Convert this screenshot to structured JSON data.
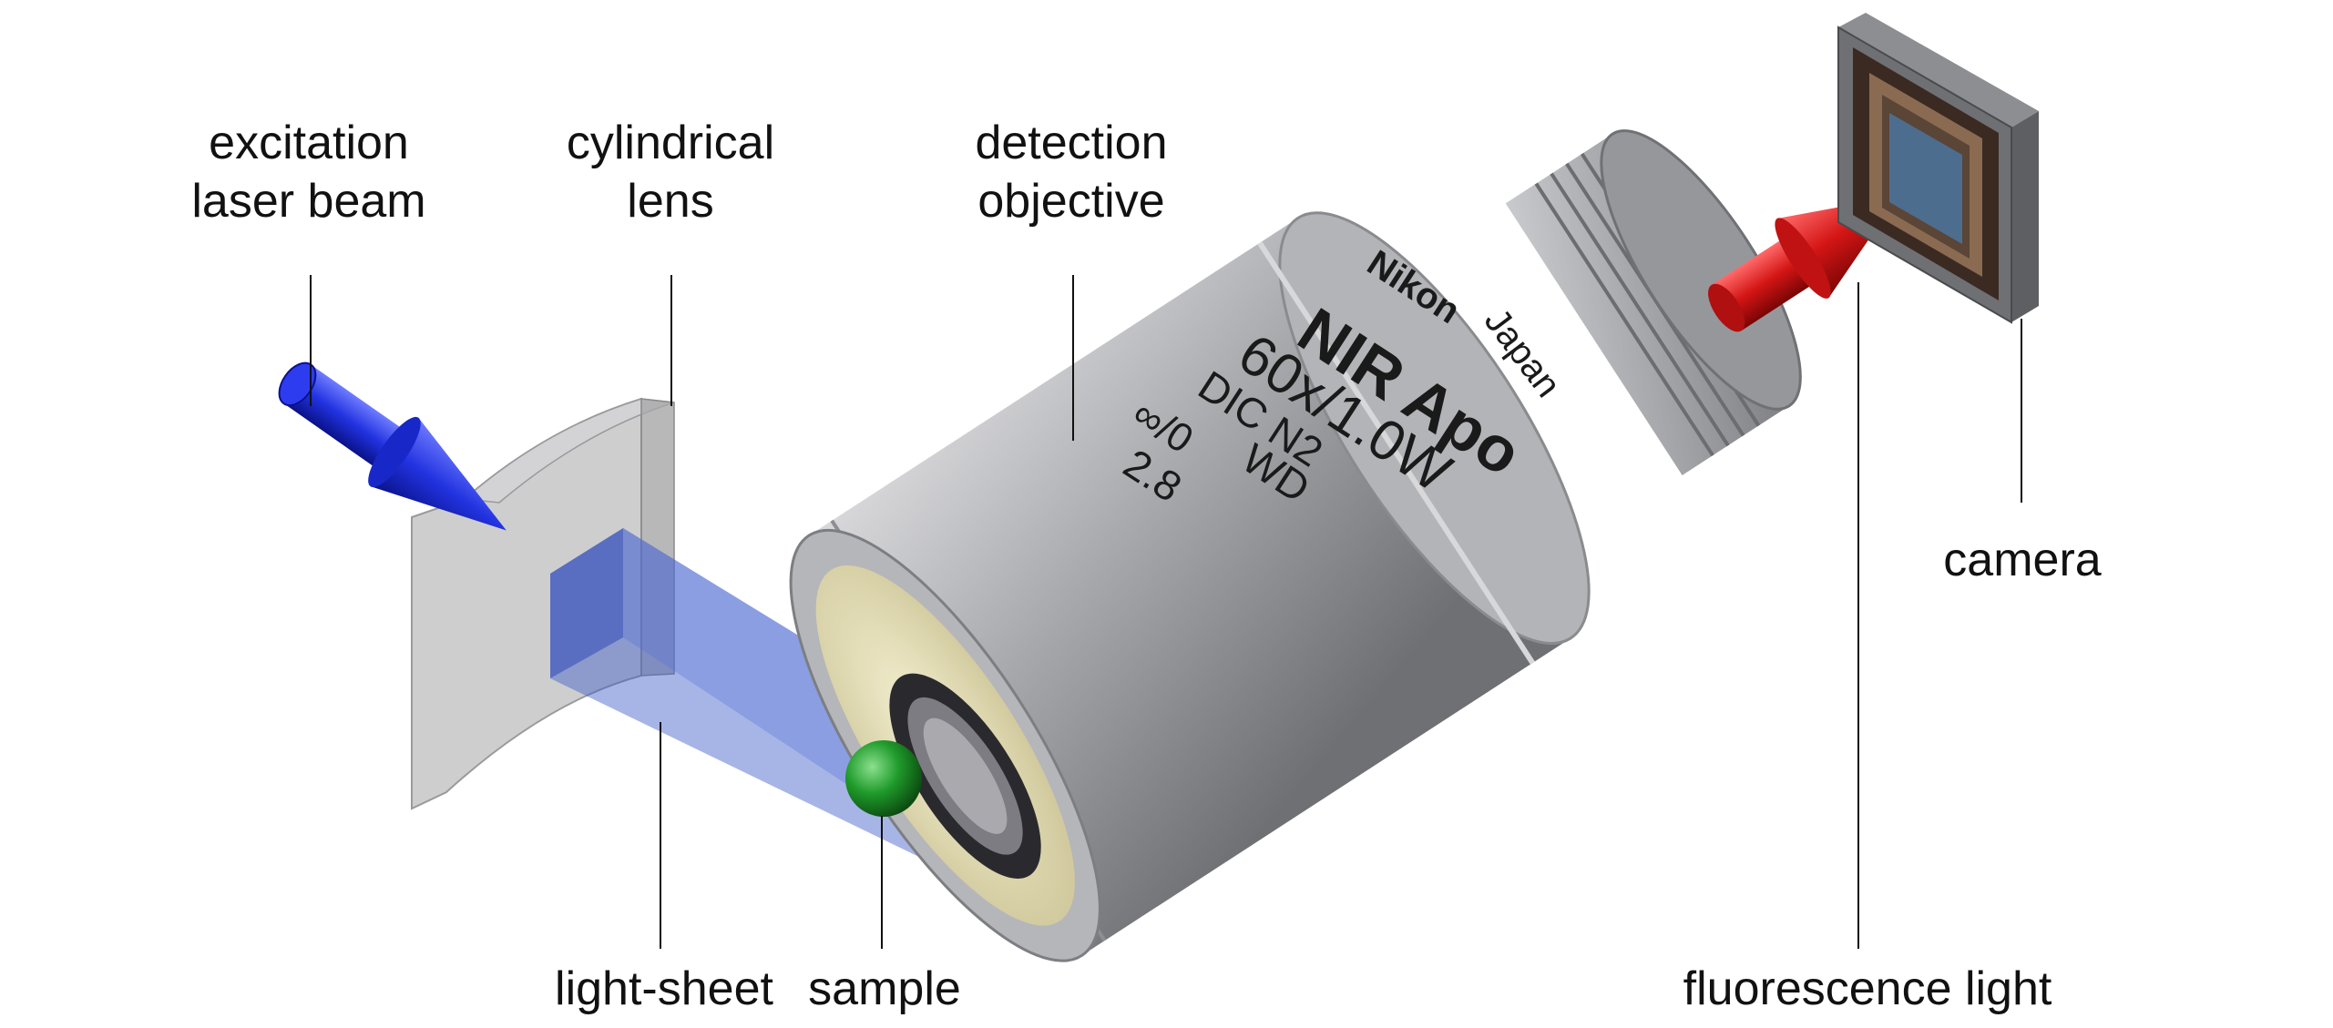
{
  "labels": {
    "excitation_line1": "excitation",
    "excitation_line2": "laser beam",
    "cylindrical_line1": "cylindrical",
    "cylindrical_line2": "lens",
    "detection_line1": "detection",
    "detection_line2": "objective",
    "camera": "camera",
    "light_sheet": "light-sheet",
    "sample": "sample",
    "fluorescence": "fluorescence light"
  },
  "objective_engraving": {
    "brand": "Nikon",
    "origin": "Japan",
    "model": "NIR Apo",
    "magnification": "60x/1.0W",
    "dic": "DIC N2",
    "infinity": "∞/0",
    "wd_value": "2.8",
    "wd": "WD"
  },
  "colors": {
    "excitation_beam": "#1d2bd6",
    "light_sheet": "#3c5ac8",
    "sample": "#1f9a2a",
    "fluorescence": "#d41515",
    "objective_body": "#a9aaae",
    "lens_glass": "#b9b9bb"
  }
}
